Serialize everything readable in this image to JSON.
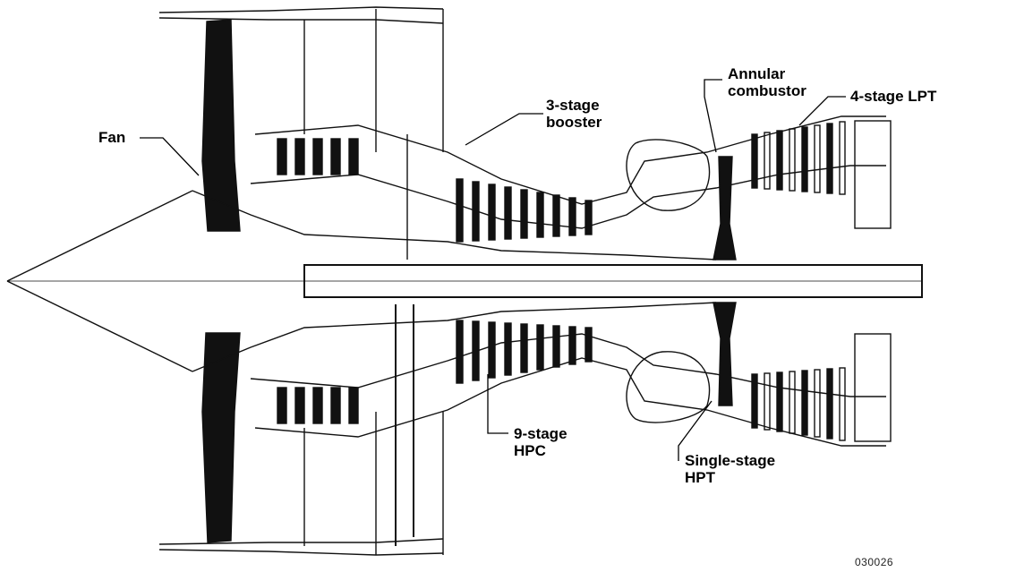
{
  "labels": {
    "fan": "Fan",
    "booster_line1": "3-stage",
    "booster_line2": "booster",
    "combustor_line1": "Annular",
    "combustor_line2": "combustor",
    "lpt": "4-stage LPT",
    "hpc_line1": "9-stage",
    "hpc_line2": "HPC",
    "hpt_line1": "Single-stage",
    "hpt_line2": "HPT"
  },
  "figure_ref": "030026",
  "colors": {
    "ink": "#111111",
    "paper": "#ffffff"
  }
}
